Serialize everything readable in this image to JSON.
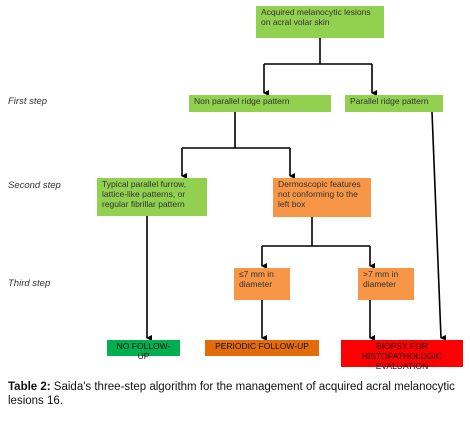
{
  "steps": {
    "first": "First step",
    "second": "Second step",
    "third": "Third step"
  },
  "nodes": {
    "root": "Acquired melanocytic lesions on acral volar skin",
    "non_parallel": "Non parallel ridge pattern",
    "parallel": "Parallel ridge pattern",
    "typical": "Typical parallel furrow, lattice-like patterns, or regular fibrillar pattern",
    "dermoscopic": "Dermoscopic features not conforming to the left box",
    "le7": "≤7 mm in diameter",
    "gt7": ">7 mm in diameter",
    "no_follow": "NO FOLLOW-UP",
    "periodic": "PERIODIC FOLLOW-UP",
    "biopsy": "BIOPSY FOR HISTOPATHOLOGIC EVALUATION"
  },
  "caption": {
    "label": "Table 2:",
    "text": " Saida's three-step algorithm for the management of acquired acral melanocytic lesions 16."
  },
  "colors": {
    "green": "#92d050",
    "orange": "#f79646",
    "dark_green": "#00b050",
    "dark_orange": "#e36c0a",
    "red": "#ff0000"
  }
}
